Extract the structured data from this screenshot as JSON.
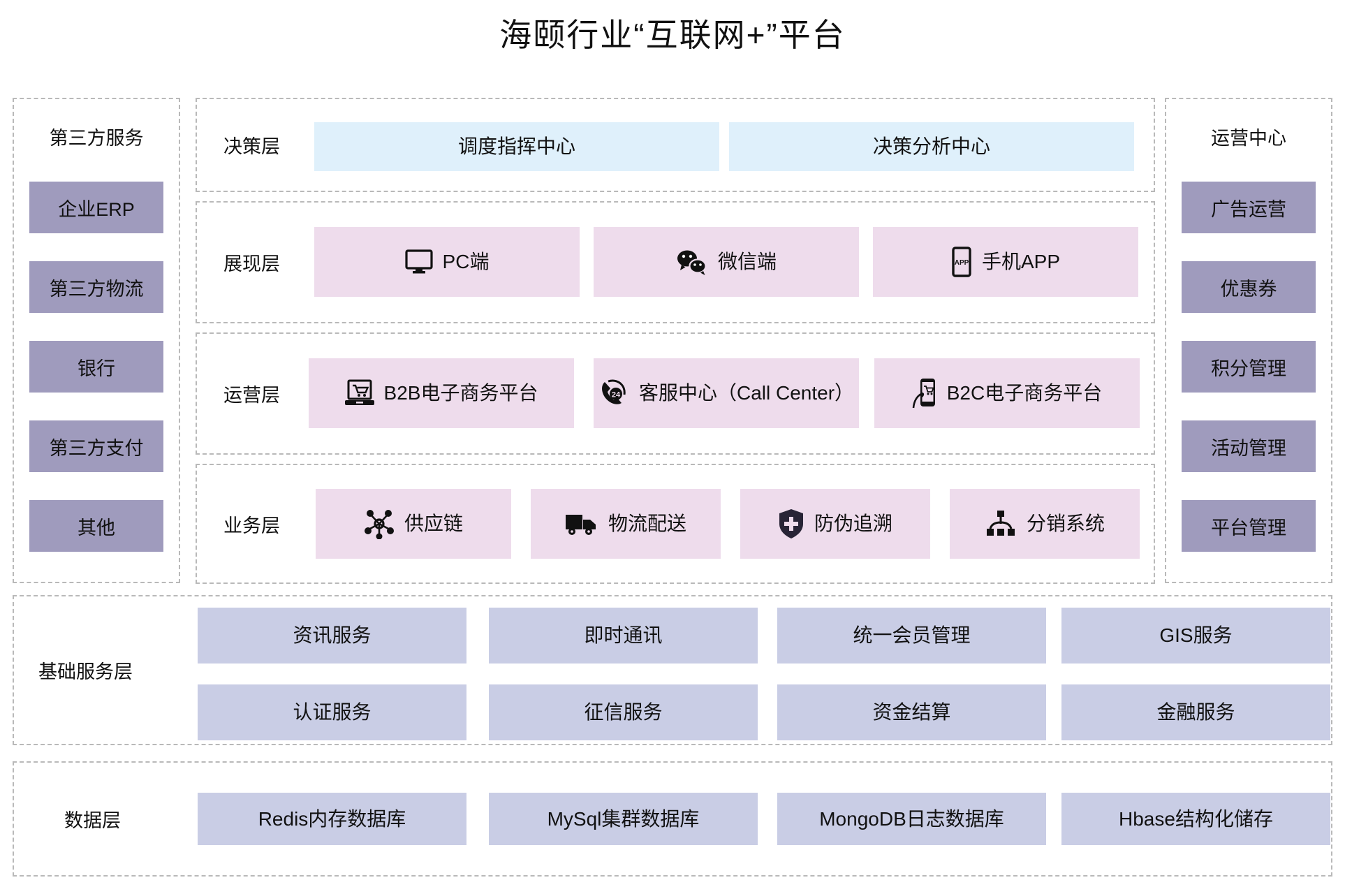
{
  "title": "海颐行业“互联网+”平台",
  "left_panel": {
    "heading": "第三方服务",
    "items": [
      {
        "label": "企业ERP"
      },
      {
        "label": "第三方物流"
      },
      {
        "label": "银行"
      },
      {
        "label": "第三方支付"
      },
      {
        "label": "其他"
      }
    ]
  },
  "right_panel": {
    "heading": "运营中心",
    "items": [
      {
        "label": "广告运营"
      },
      {
        "label": "优惠券"
      },
      {
        "label": "积分管理"
      },
      {
        "label": "活动管理"
      },
      {
        "label": "平台管理"
      }
    ]
  },
  "layers": {
    "decision": {
      "label": "决策层",
      "cells": [
        {
          "label": "调度指挥中心",
          "icon": "none"
        },
        {
          "label": "决策分析中心",
          "icon": "none"
        }
      ]
    },
    "presentation": {
      "label": "展现层",
      "cells": [
        {
          "label": "PC端",
          "icon": "monitor-icon"
        },
        {
          "label": "微信端",
          "icon": "wechat-icon"
        },
        {
          "label": "手机APP",
          "icon": "mobile-app-icon"
        }
      ]
    },
    "operation": {
      "label": "运营层",
      "cells": [
        {
          "label": "B2B电子商务平台",
          "icon": "laptop-cart-icon"
        },
        {
          "label": "客服中心（Call Center）",
          "icon": "phone-24-icon"
        },
        {
          "label": "B2C电子商务平台",
          "icon": "mobile-cart-icon"
        }
      ]
    },
    "business": {
      "label": "业务层",
      "cells": [
        {
          "label": "供应链",
          "icon": "network-nodes-icon"
        },
        {
          "label": "物流配送",
          "icon": "truck-icon"
        },
        {
          "label": "防伪追溯",
          "icon": "shield-plus-icon"
        },
        {
          "label": "分销系统",
          "icon": "hierarchy-icon"
        }
      ]
    },
    "base_service": {
      "label": "基础服务层",
      "row1": [
        {
          "label": "资讯服务"
        },
        {
          "label": "即时通讯"
        },
        {
          "label": "统一会员管理"
        },
        {
          "label": "GIS服务"
        }
      ],
      "row2": [
        {
          "label": "认证服务"
        },
        {
          "label": "征信服务"
        },
        {
          "label": "资金结算"
        },
        {
          "label": "金融服务"
        }
      ]
    },
    "data": {
      "label": "数据层",
      "cells": [
        {
          "label": "Redis内存数据库"
        },
        {
          "label": "MySql集群数据库"
        },
        {
          "label": "MongoDB日志数据库"
        },
        {
          "label": "Hbase结构化储存"
        }
      ]
    }
  },
  "colors": {
    "sidebar_box": "#9f9bbd",
    "decision_cell": "#dff0fb",
    "pink_cell": "#eedcec",
    "lavender_cell": "#c9cde5",
    "dashed_border": "#b9b9b9",
    "background": "#ffffff"
  }
}
